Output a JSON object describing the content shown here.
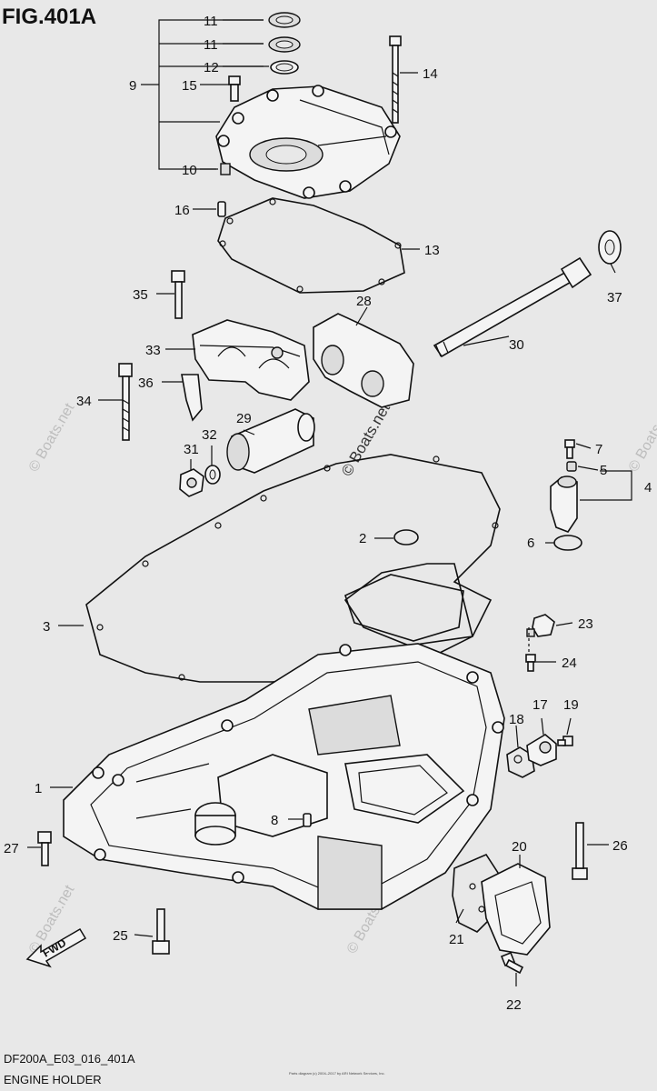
{
  "figure_title": "FIG.401A",
  "footer_code": "DF200A_E03_016_401A",
  "footer_name": "ENGINE HOLDER",
  "watermark": "© Boats.net",
  "copyright_line": "Parts diagram (c) 2004–2017 by ARI Network Services, Inc.",
  "fwd_label": "FWD",
  "callouts": {
    "c1": "1",
    "c2": "2",
    "c3": "3",
    "c4": "4",
    "c5": "5",
    "c6": "6",
    "c7": "7",
    "c8": "8",
    "c9": "9",
    "c10": "10",
    "c11a": "11",
    "c11b": "11",
    "c12": "12",
    "c13": "13",
    "c14": "14",
    "c15": "15",
    "c16": "16",
    "c17": "17",
    "c18": "18",
    "c19": "19",
    "c20": "20",
    "c21": "21",
    "c22": "22",
    "c23": "23",
    "c24": "24",
    "c25": "25",
    "c26": "26",
    "c27": "27",
    "c28": "28",
    "c29": "29",
    "c30": "30",
    "c31": "31",
    "c32": "32",
    "c33": "33",
    "c34": "34",
    "c35": "35",
    "c36": "36",
    "c37": "37"
  }
}
